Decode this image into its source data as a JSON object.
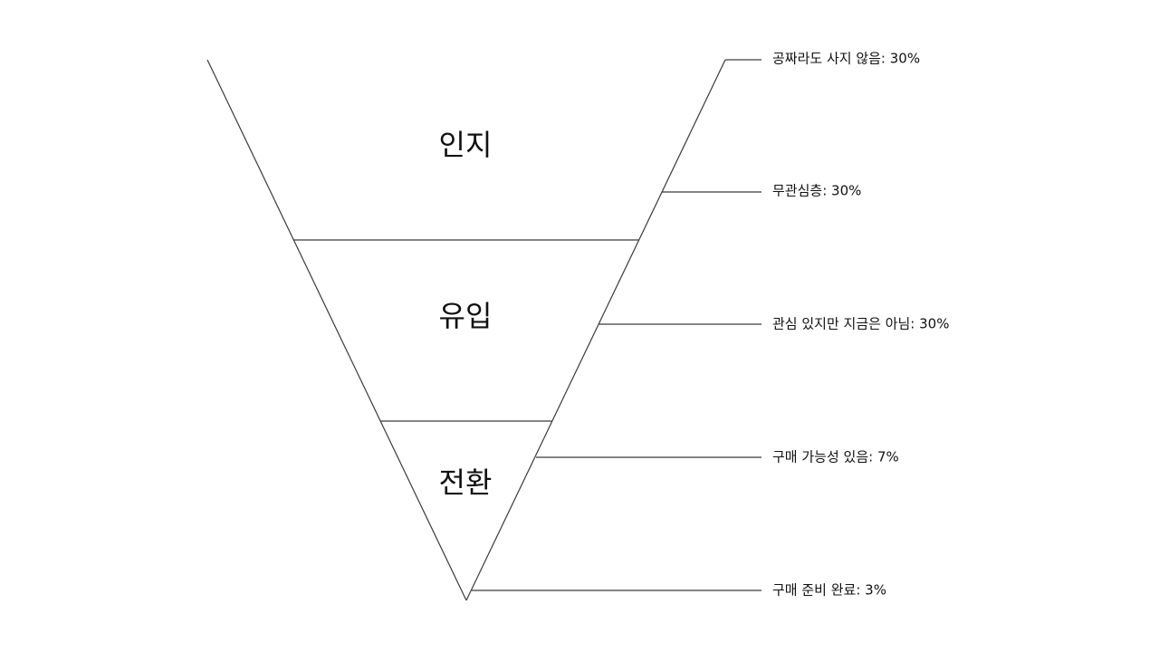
{
  "stages": [
    {
      "label": "인지"
    },
    {
      "label": "유입"
    },
    {
      "label": "전환"
    }
  ],
  "annotations": [
    {
      "text": "공짜라도 사지 않음: 30%"
    },
    {
      "text": "무관심층: 30%"
    },
    {
      "text": "관심 있지만 지금은 아님: 30%"
    },
    {
      "text": "구매 가능성 있음: 7%"
    },
    {
      "text": "구매 준비 완료: 3%"
    }
  ],
  "colors": {
    "line": "#3a3a3a",
    "text": "#111111",
    "background": "#ffffff"
  }
}
